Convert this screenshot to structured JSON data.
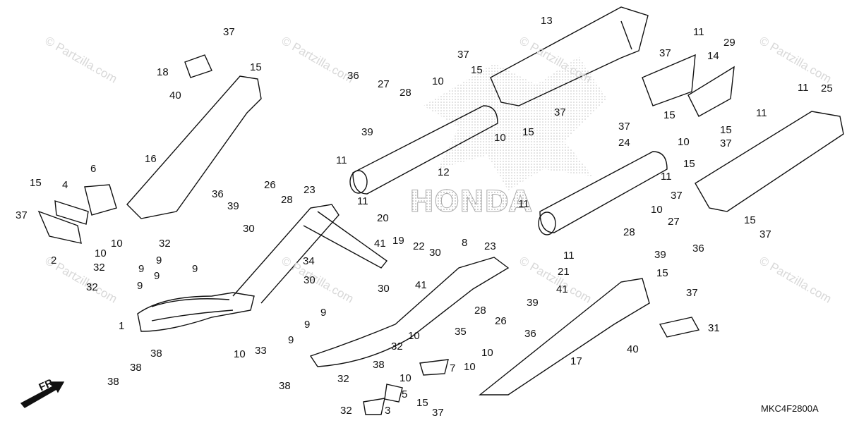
{
  "diagram": {
    "code": "MKC4F2800A",
    "direction_label": "FR.",
    "watermark": "© Partzilla.com",
    "brand_logo_text": "HONDA",
    "callouts": [
      "37",
      "15",
      "18",
      "40",
      "16",
      "6",
      "4",
      "15",
      "37",
      "2",
      "10",
      "10",
      "32",
      "32",
      "9",
      "9",
      "9",
      "32",
      "9",
      "9",
      "1",
      "38",
      "38",
      "38",
      "10",
      "33",
      "37",
      "15",
      "36",
      "27",
      "28",
      "39",
      "10",
      "11",
      "12",
      "13",
      "11",
      "11",
      "23",
      "20",
      "36",
      "39",
      "26",
      "28",
      "30",
      "41",
      "19",
      "22",
      "30",
      "34",
      "30",
      "41",
      "30",
      "9",
      "9",
      "9",
      "8",
      "23",
      "28",
      "26",
      "39",
      "35",
      "36",
      "10",
      "32",
      "38",
      "7",
      "38",
      "32",
      "10",
      "5",
      "3",
      "15",
      "37",
      "32",
      "10",
      "10",
      "37",
      "15",
      "10",
      "37",
      "11",
      "21",
      "41",
      "17",
      "40",
      "31",
      "24",
      "29",
      "14",
      "11",
      "15",
      "37",
      "15",
      "37",
      "10",
      "15",
      "37",
      "27",
      "39",
      "36",
      "28",
      "10",
      "11",
      "25",
      "11",
      "15",
      "37",
      "37",
      "15",
      "11"
    ]
  }
}
